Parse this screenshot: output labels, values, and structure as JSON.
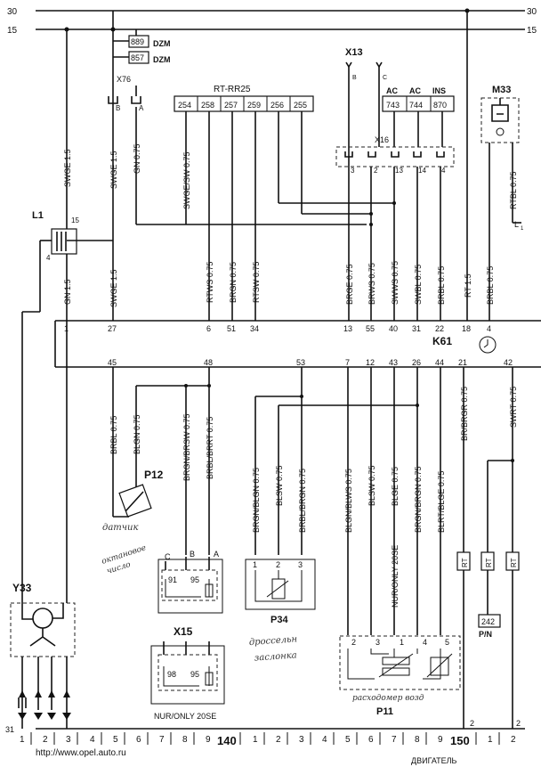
{
  "rails": {
    "top_left": "30",
    "top_right": "30",
    "second_left": "15",
    "second_right": "15",
    "bottom_left": "31"
  },
  "relays": {
    "r889": "889",
    "r857": "857",
    "dzm1": "DZM",
    "dzm2": "DZM"
  },
  "x76": {
    "label": "X76",
    "pin_b": "B",
    "pin_a": "A"
  },
  "rt_rr25": {
    "title": "RT-RR25",
    "cells": [
      "254",
      "258",
      "257",
      "259",
      "256",
      "255"
    ]
  },
  "x13": {
    "label": "X13",
    "pin_b": "B",
    "pin_c": "C"
  },
  "x16": {
    "label": "X16",
    "boxes": [
      {
        "tag": "AC",
        "num": "743"
      },
      {
        "tag": "AC",
        "num": "744"
      },
      {
        "tag": "INS",
        "num": "870"
      }
    ],
    "pins": [
      "3",
      "2",
      "13",
      "14",
      "4"
    ]
  },
  "m33": {
    "label": "M33",
    "wire": "RTBL 0.75",
    "ground": "L",
    "ground_sub": "1"
  },
  "l1": {
    "label": "L1",
    "pin_top": "15",
    "pin_bottom": "4"
  },
  "wires_upper": [
    {
      "label": "SWGE 1.5"
    },
    {
      "label": "GN 0.75"
    },
    {
      "label": "SWGE/SW 0.75"
    }
  ],
  "k61_top_labels": [
    "GN 1.5",
    "SWGE 1.5",
    "RTWS 0.75",
    "BRGN 0.75",
    "RTSW 0.75",
    "BRGE 0.75",
    "BRWS 0.75",
    "SWWS 0.75",
    "SWBL 0.75",
    "BRBL 0.75",
    "RT 1.5",
    "BRBL 0.75"
  ],
  "k61_top_pins": [
    "1",
    "27",
    "6",
    "51",
    "34",
    "13",
    "55",
    "40",
    "31",
    "22",
    "18",
    "4"
  ],
  "k61": {
    "label": "K61"
  },
  "k61_bottom_pins": [
    "45",
    "48",
    "53",
    "7",
    "12",
    "43",
    "26",
    "44",
    "21",
    "42"
  ],
  "lower_wire_labels": [
    {
      "label": "BRBL 0.75"
    },
    {
      "label": "BLGN 0.75"
    },
    {
      "label": "BRGN/BRSW 0.75"
    },
    {
      "label": "BRBL/BRRT 0.75"
    },
    {
      "label": "BRGN/BLGN 0.75"
    },
    {
      "label": "BLSW 0.75"
    },
    {
      "label": "BRBL/BRGN 0.75"
    },
    {
      "label": "BLGN/BLWS 0.75"
    },
    {
      "label": "BLSW 0.75"
    },
    {
      "label": "BLGE 0.75"
    },
    {
      "label": "NUR/ONLY 20SE"
    },
    {
      "label": "BRGN/BRGN 0.75"
    },
    {
      "label": "BLRT/BLGE 0.75"
    },
    {
      "label": "BR/BRGR 0.75"
    },
    {
      "label": "SWRT 0.75"
    }
  ],
  "p12": {
    "label": "P12",
    "note": "датчик"
  },
  "p_oct": {
    "pins": [
      "C",
      "B",
      "A"
    ],
    "nums": [
      "91",
      "95"
    ],
    "note1": "октановое",
    "note2": "число"
  },
  "x15": {
    "label": "X15",
    "nums": [
      "98",
      "95"
    ],
    "caption": "NUR/ONLY 20SE"
  },
  "p34": {
    "label": "P34",
    "pins": [
      "1",
      "2",
      "3"
    ],
    "note1": "дроссельн",
    "note2": "заслонка"
  },
  "p11": {
    "label": "P11",
    "pins": [
      "2",
      "3",
      "1",
      "4",
      "5"
    ],
    "note": "расходомер возд"
  },
  "rt_tags": [
    "RT",
    "RT",
    "RT"
  ],
  "c242": {
    "num": "242",
    "sub": "P/N"
  },
  "y33": {
    "label": "Y33"
  },
  "end_pins": {
    "a": "2",
    "b": "2"
  },
  "scale": {
    "left": [
      "1",
      "2",
      "3",
      "4",
      "5",
      "6",
      "7",
      "8",
      "9"
    ],
    "n140": "140",
    "mid": [
      "1",
      "2",
      "3",
      "4",
      "5",
      "6",
      "7",
      "8",
      "9"
    ],
    "n150": "150",
    "right": [
      "1",
      "2"
    ]
  },
  "footer": {
    "url": "http://www.opel.auto.ru",
    "caption": "ДВИГАТЕЛЬ"
  }
}
